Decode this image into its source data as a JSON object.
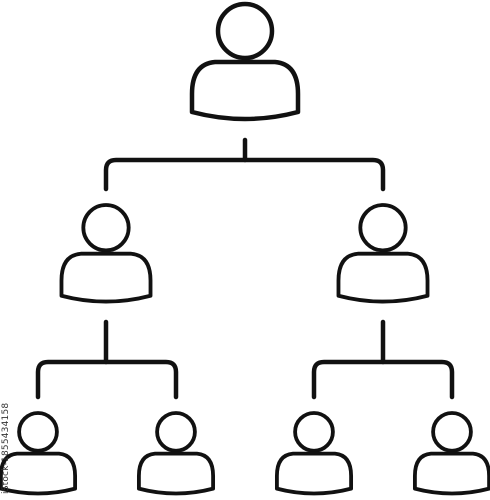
{
  "diagram": {
    "type": "org-chart",
    "stroke_color": "#111111",
    "background_color": "#ffffff",
    "icon": "person-icon",
    "levels": [
      {
        "nodes": [
          "top"
        ]
      },
      {
        "nodes": [
          "left",
          "right"
        ]
      },
      {
        "nodes": [
          "left-left",
          "left-right",
          "right-left",
          "right-right"
        ]
      }
    ],
    "edges": [
      [
        "top",
        "left"
      ],
      [
        "top",
        "right"
      ],
      [
        "left",
        "left-left"
      ],
      [
        "left",
        "left-right"
      ],
      [
        "right",
        "right-left"
      ],
      [
        "right",
        "right-right"
      ]
    ]
  },
  "stock_id": "iStock-1855434158"
}
